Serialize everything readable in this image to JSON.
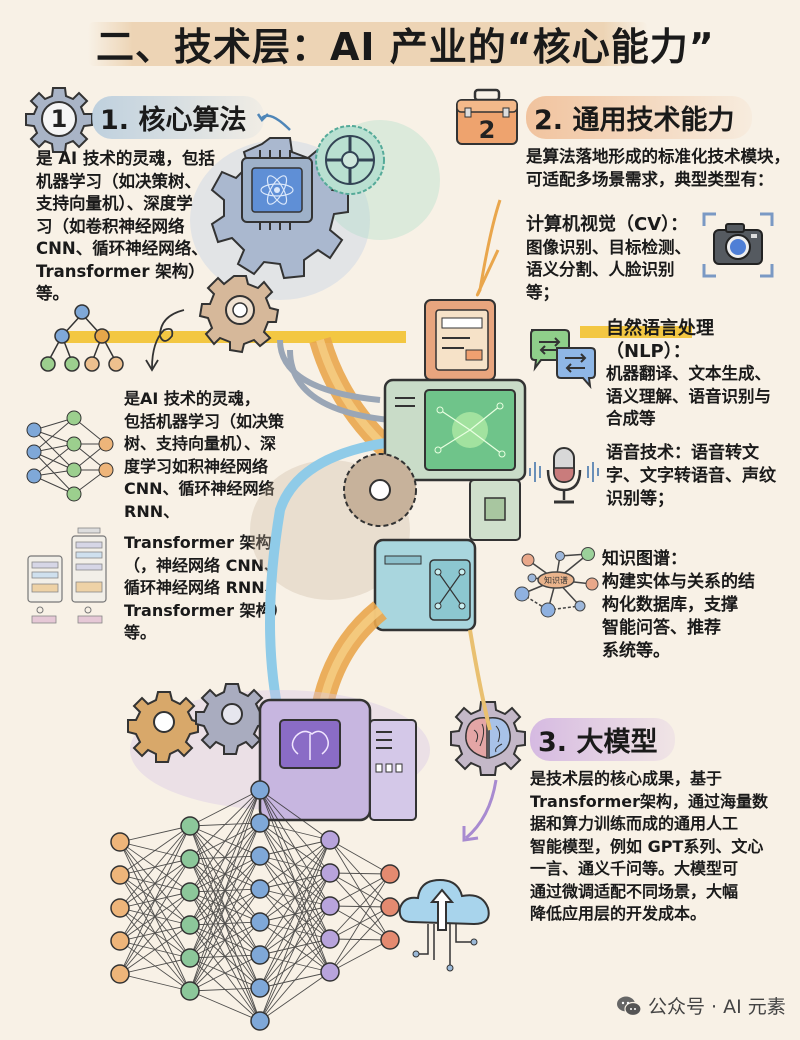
{
  "page": {
    "title": "二、技术层：AI 产业的“核心能力”"
  },
  "section1": {
    "badge_number": "1",
    "heading": "1. 核心算法",
    "description": [
      "是 AI 技术的灵魂，包括",
      "机器学习（如决策树、",
      "支持向量机）、深度学",
      "习（如卷积神经网络",
      "CNN、循环神经网络、",
      "Transformer 架构）等。"
    ],
    "repeat_text_a": [
      "是AI 技术的灵魂，",
      "包括机器学习（如决策",
      "树、支持向量机）、深",
      "度学习如积神经网络",
      "CNN、循环神经网络",
      "RNN、"
    ],
    "repeat_text_b": [
      "Transformer 架构",
      "（，神经网络 CNN、",
      "循环神经网络 RNN、",
      "Transformer 架构）",
      "等。"
    ]
  },
  "section2": {
    "badge_number": "2",
    "heading": "2. 通用技术能力",
    "description": [
      "是算法落地形成的标准化技术模块，",
      "可适配多场景需求，典型类型有："
    ],
    "items": [
      {
        "label": "计算机视觉（CV）：",
        "lines": [
          "图像识别、目标检测、",
          "语义分割、人脸识别等；"
        ],
        "icon": "camera-icon"
      },
      {
        "label": "自然语言处理（NLP）：",
        "lines": [
          "机器翻译、文本生成、",
          "语义理解、语音识别与",
          "合成等"
        ],
        "icon": "chat-bubbles-icon"
      },
      {
        "label": "语音技术：",
        "lines": [
          "语音技术：语音转文",
          "字、文字转语音、声纹",
          "识别等；"
        ],
        "icon": "microphone-icon"
      },
      {
        "label": "知识图谱：",
        "lines": [
          "知识图谱：",
          "构建实体与关系的结",
          "构化数据库，支撑",
          "智能问答、推荐",
          "系统等。"
        ],
        "icon": "knowledge-graph-icon",
        "node_label": "知识谱"
      }
    ]
  },
  "section3": {
    "heading": "3. 大模型",
    "description": [
      "是技术层的核心成果，基于",
      "Transformer架构，通过海量数",
      "据和算力训练而成的通用人工",
      "智能模型，例如 GPT系列、文心",
      "一言、通义千问等。大模型可",
      "通过微调适配不同场景，大幅",
      "降低应用层的开发成本。"
    ]
  },
  "footer": {
    "source": "公众号 · AI 元素"
  },
  "colors": {
    "background": "#f8f1e6",
    "accent_yellow": "#f2c230",
    "blue_node": "#7fa8d8",
    "green_node": "#8cc79a",
    "orange_node": "#eeb57a",
    "purple_node": "#b8a4dc",
    "red_node": "#e48a70"
  }
}
